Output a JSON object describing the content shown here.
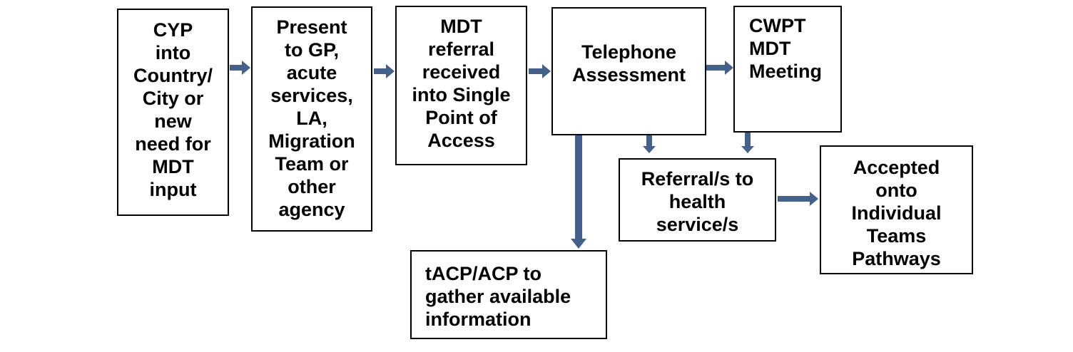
{
  "colors": {
    "arrow": "#44618b",
    "border": "#000000",
    "text": "#000000"
  },
  "boxes": {
    "cyp": {
      "lines": [
        "CYP",
        "into",
        "Country/",
        "City or",
        "new",
        "need for",
        "MDT",
        "input"
      ]
    },
    "present": {
      "lines": [
        "Present",
        "to GP,",
        "acute",
        "services,",
        "LA,",
        "Migration",
        "Team or",
        "other",
        "agency"
      ]
    },
    "mdt_referral": {
      "lines": [
        "MDT",
        "referral",
        "received",
        "into Single",
        "Point of",
        "Access"
      ]
    },
    "telephone": {
      "lines": [
        "Telephone",
        "Assessment"
      ]
    },
    "cwpt": {
      "lines": [
        "CWPT",
        "MDT",
        "Meeting"
      ]
    },
    "referrals": {
      "lines": [
        "Referral/s to",
        "health",
        "service/s"
      ]
    },
    "accepted": {
      "lines": [
        "Accepted",
        "onto",
        "Individual",
        "Teams",
        "Pathways"
      ]
    },
    "tacp": {
      "lines": [
        "tACP/ACP to",
        "gather available",
        "information"
      ]
    }
  }
}
